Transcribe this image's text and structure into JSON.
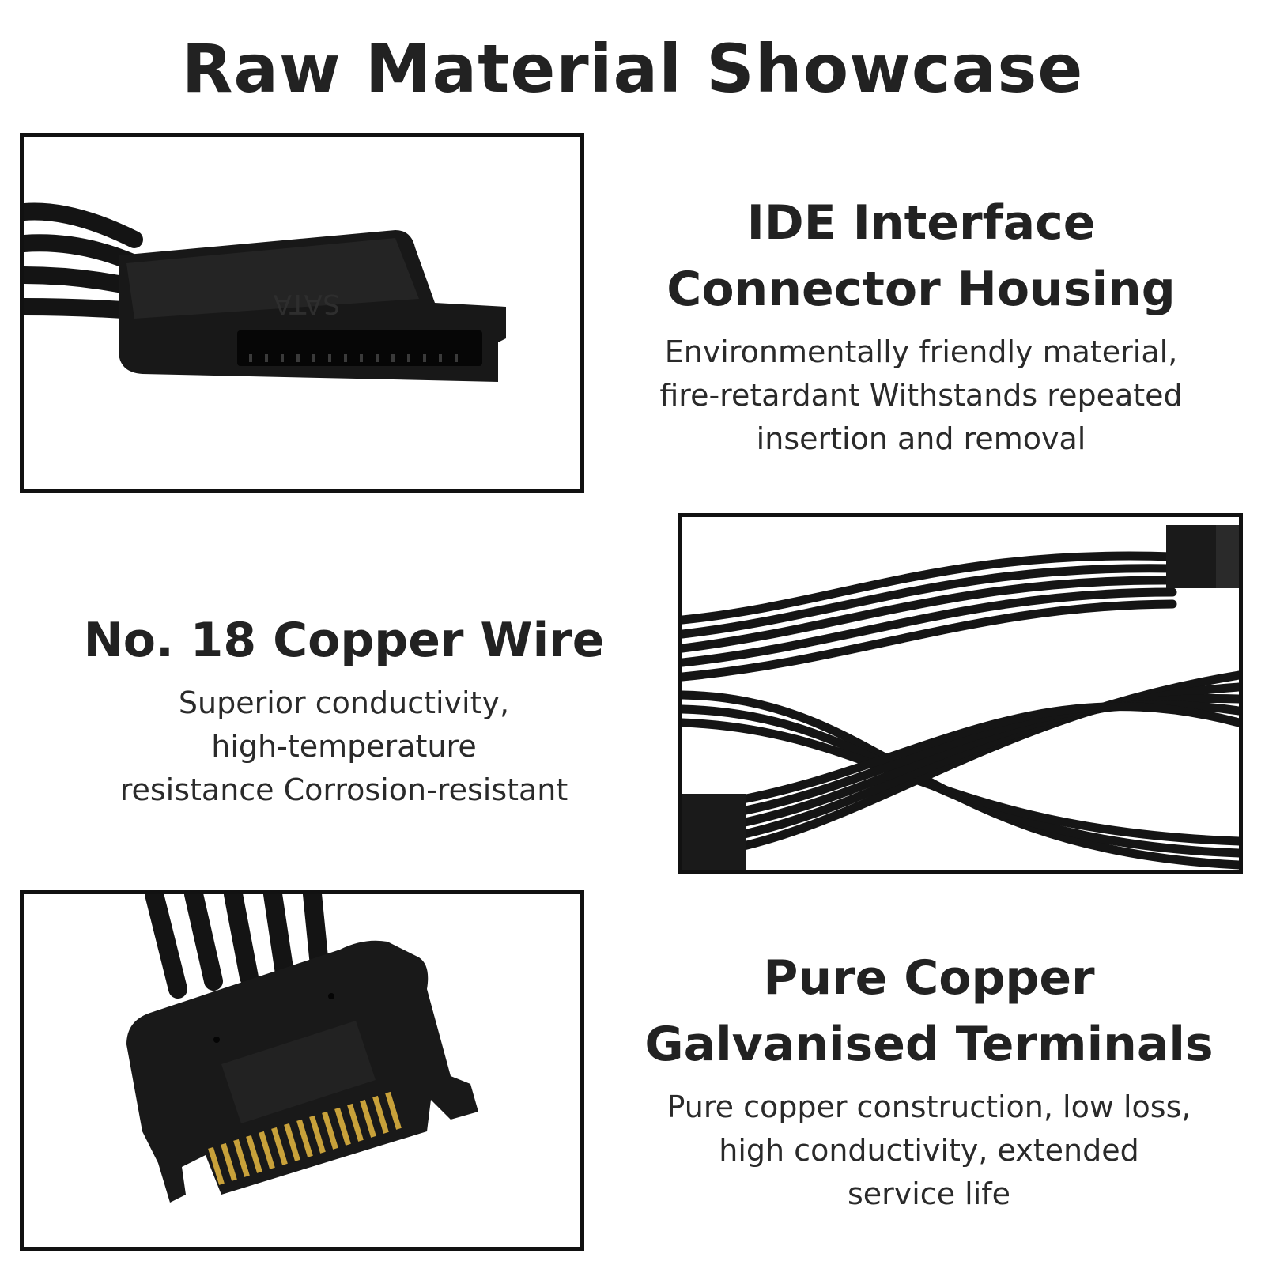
{
  "page": {
    "title": "Raw Material Showcase"
  },
  "features": [
    {
      "heading": [
        "IDE Interface",
        "Connector Housing"
      ],
      "description": [
        "Environmentally friendly material,",
        "fire-retardant Withstands repeated",
        "insertion and removal"
      ],
      "image_label": "SATA"
    },
    {
      "heading": [
        "No. 18 Copper Wire"
      ],
      "description": [
        "Superior conductivity,",
        "high-temperature",
        "resistance Corrosion-resistant"
      ]
    },
    {
      "heading": [
        "Pure Copper",
        "Galvanised Terminals"
      ],
      "description": [
        "Pure copper construction, low loss,",
        "high conductivity, extended",
        "service life"
      ]
    }
  ],
  "colors": {
    "text": "#222222",
    "frame": "#111111",
    "cable": "#141414",
    "pin": "#c8a13a"
  }
}
